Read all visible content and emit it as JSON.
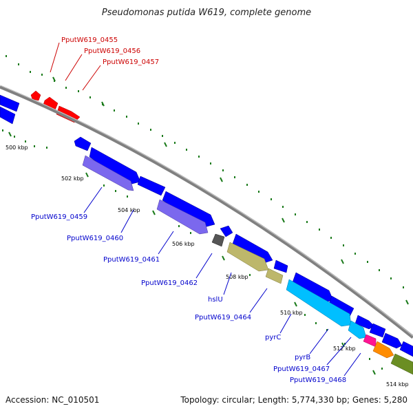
{
  "title": "Pseudomonas putida W619, complete genome",
  "accession": "Accession: NC_010501",
  "topology": "Topology: circular; Length: 5,774,330 bp; Genes: 5,280",
  "colors": {
    "backbone": "#808080",
    "cds": "#0000ff",
    "highlight": "#ff0000",
    "dotted_track": "#1a7a1a",
    "purple": "#7b68ee",
    "olive": "#bdb76b",
    "cyan": "#00bfff",
    "pink": "#ff1493",
    "orange": "#ff8c00",
    "green": "#6b8e23",
    "grey": "#555555",
    "label_blue": "#0000cc",
    "label_red": "#cc0000"
  },
  "scale_labels": [
    "500 kbp",
    "502 kbp",
    "504 kbp",
    "506 kbp",
    "508 kbp",
    "510 kbp",
    "512 kbp",
    "514 kbp"
  ],
  "red_labels": [
    "PputW619_0455",
    "PputW619_0456",
    "PputW619_0457"
  ],
  "blue_labels": [
    "PputW619_0459",
    "PputW619_0460",
    "PputW619_0461",
    "PputW619_0462",
    "hslU",
    "PputW619_0464",
    "pyrC",
    "pyrB",
    "PputW619_0467",
    "PputW619_0468"
  ]
}
